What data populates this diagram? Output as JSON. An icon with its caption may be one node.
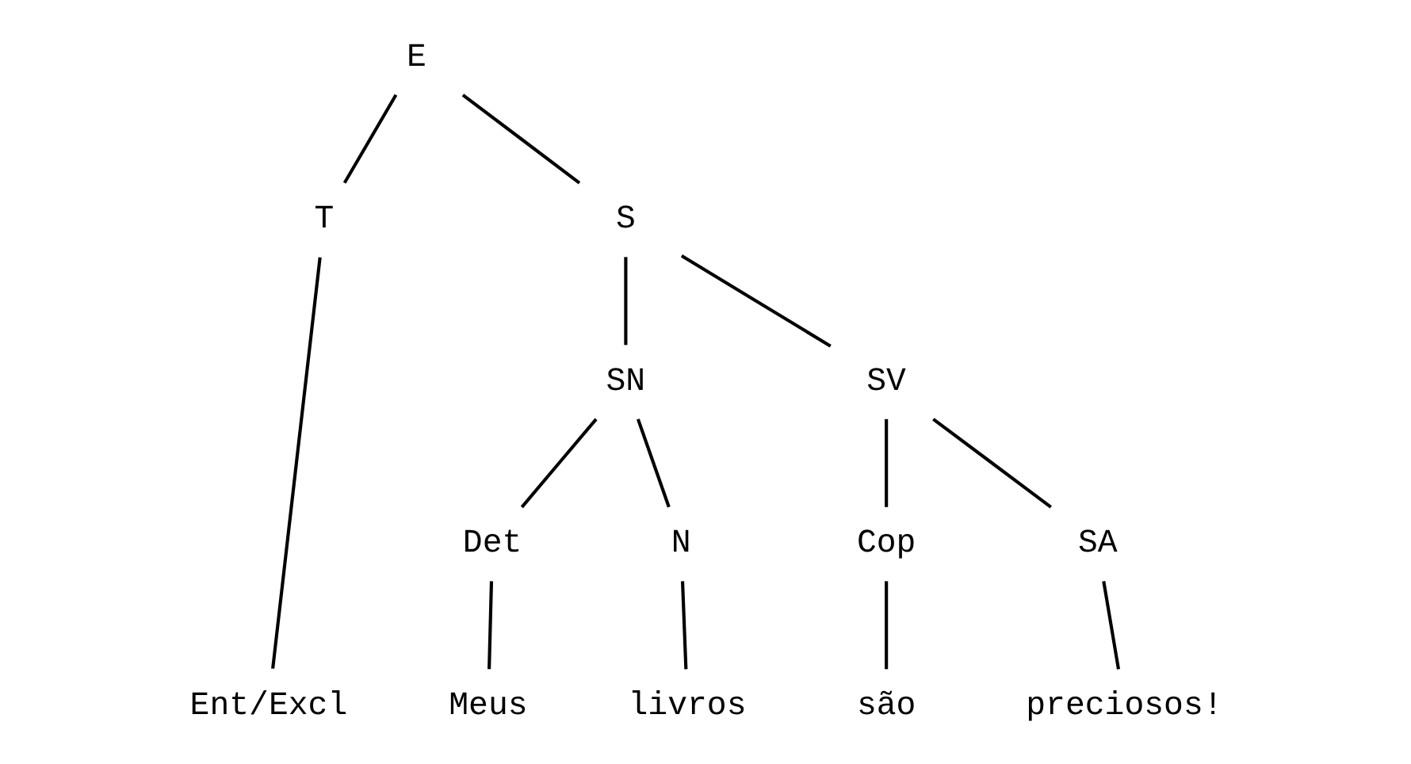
{
  "diagram": {
    "nodes": [
      {
        "text": [
          "E"
        ]
      },
      {
        "text": [
          "T"
        ]
      },
      {
        "text": [
          "S"
        ]
      },
      {
        "text": [
          "SN"
        ]
      },
      {
        "text": [
          "SV"
        ]
      },
      {
        "text": [
          "Det"
        ]
      },
      {
        "text": [
          "N"
        ]
      },
      {
        "text": [
          "Cop"
        ]
      },
      {
        "text": [
          "SA"
        ]
      },
      {
        "text": [
          "Ent/Excl"
        ]
      },
      {
        "text": [
          "Meus"
        ]
      },
      {
        "text": [
          "livros"
        ]
      },
      {
        "text": [
          "são"
        ]
      },
      {
        "text": [
          "preciosos!"
        ]
      }
    ],
    "edges": [
      {
        "from": 0,
        "to": 1,
        "arrow": "none"
      },
      {
        "from": 0,
        "to": 2,
        "arrow": "none"
      },
      {
        "from": 2,
        "to": 3,
        "arrow": "none"
      },
      {
        "from": 2,
        "to": 4,
        "arrow": "none"
      },
      {
        "from": 3,
        "to": 5,
        "arrow": "none"
      },
      {
        "from": 3,
        "to": 6,
        "arrow": "none"
      },
      {
        "from": 4,
        "to": 7,
        "arrow": "none"
      },
      {
        "from": 4,
        "to": 8,
        "arrow": "none"
      },
      {
        "from": 1,
        "to": 9,
        "arrow": "none"
      },
      {
        "from": 5,
        "to": 10,
        "arrow": "none"
      },
      {
        "from": 6,
        "to": 11,
        "arrow": "none"
      },
      {
        "from": 7,
        "to": 12,
        "arrow": "none"
      },
      {
        "from": 8,
        "to": 13,
        "arrow": "none"
      }
    ]
  }
}
